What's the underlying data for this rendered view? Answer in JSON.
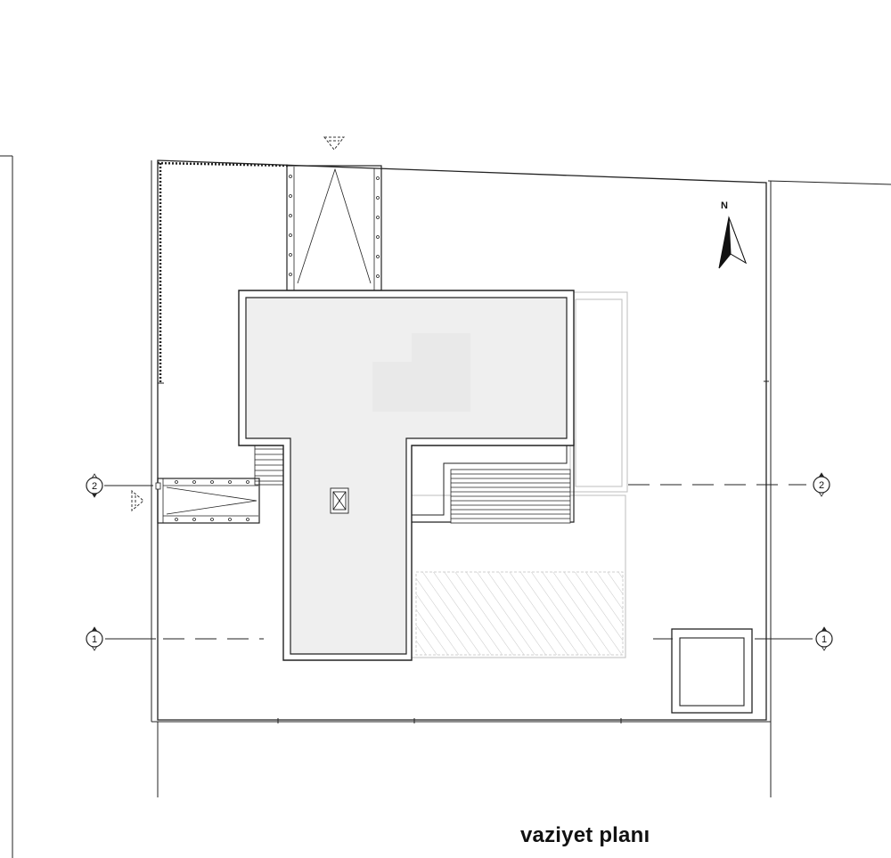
{
  "title": "vaziyet planı",
  "north_label": "N",
  "section_markers": [
    {
      "label": "2",
      "side": "left"
    },
    {
      "label": "2",
      "side": "right"
    },
    {
      "label": "1",
      "side": "left"
    },
    {
      "label": "1",
      "side": "right"
    }
  ],
  "colors": {
    "line": "#222222",
    "roof_fill": "#efefef",
    "faint_line": "#bdbdbd",
    "hatch": "#c8c8c8"
  }
}
